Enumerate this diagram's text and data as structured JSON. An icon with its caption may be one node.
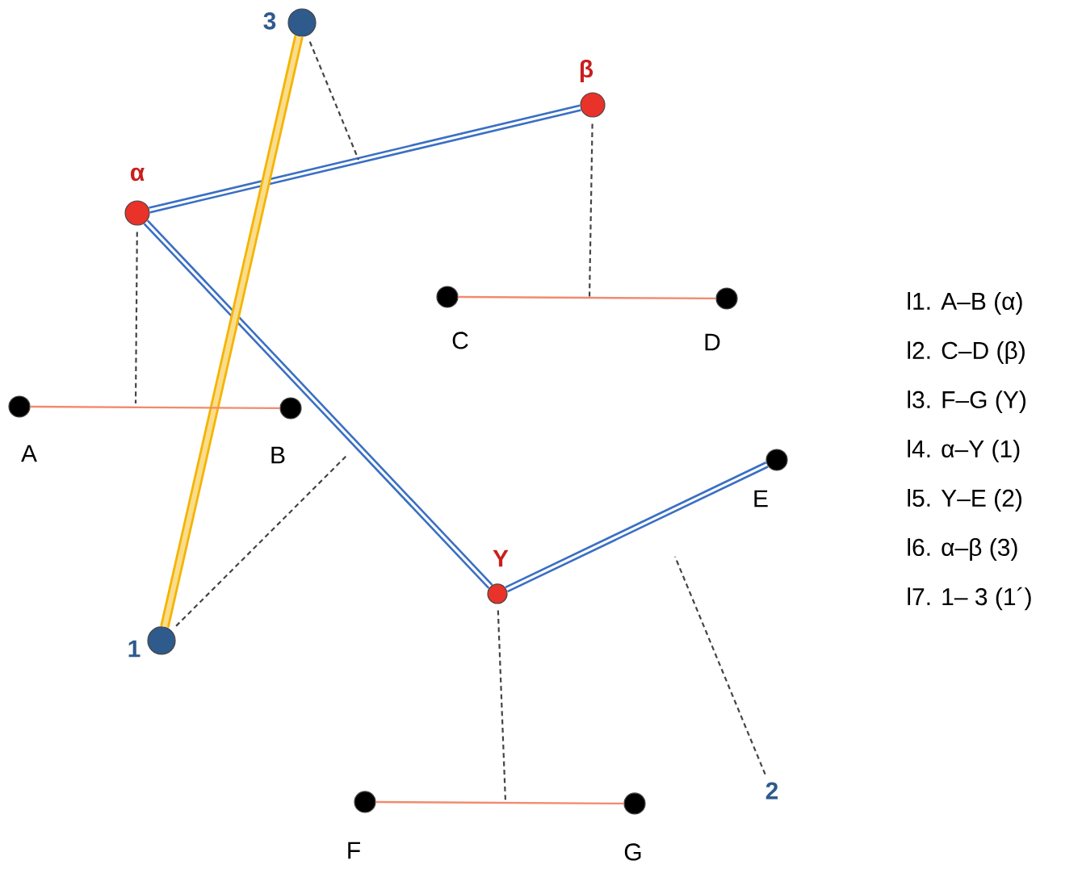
{
  "diagram": {
    "nodes": [
      {
        "text": [],
        "shape": "circle",
        "beside": [
          "α"
        ]
      },
      {
        "text": [],
        "shape": "circle",
        "beside": [
          "β"
        ]
      },
      {
        "text": [],
        "shape": "circle",
        "beside": [
          "Y"
        ]
      },
      {
        "text": [],
        "shape": "circle",
        "beside": [
          "3"
        ]
      },
      {
        "text": [],
        "shape": "circle",
        "beside": [
          "1"
        ]
      },
      {
        "text": [],
        "shape": "circle",
        "beside": [
          "A"
        ]
      },
      {
        "text": [],
        "shape": "circle",
        "beside": [
          "B"
        ]
      },
      {
        "text": [],
        "shape": "circle",
        "beside": [
          "C"
        ]
      },
      {
        "text": [],
        "shape": "circle",
        "beside": [
          "D"
        ]
      },
      {
        "text": [],
        "shape": "circle",
        "beside": [
          "E"
        ]
      },
      {
        "text": [],
        "shape": "circle",
        "beside": [
          "F"
        ]
      },
      {
        "text": [],
        "shape": "circle",
        "beside": [
          "G"
        ]
      },
      {
        "text": [
          "2"
        ]
      }
    ],
    "edges": [
      {
        "from": 0,
        "to": 1,
        "arrow": "none",
        "style": "thick",
        "color": "#3a6fc4"
      },
      {
        "from": 0,
        "to": 2,
        "arrow": "none",
        "style": "thick",
        "color": "#3a6fc4"
      },
      {
        "from": 2,
        "to": 9,
        "arrow": "none",
        "style": "thick",
        "color": "#3a6fc4"
      },
      {
        "from": 3,
        "to": 4,
        "arrow": "none",
        "style": "thick",
        "color": "#f5b400"
      },
      {
        "from": 5,
        "to": 6,
        "arrow": "none",
        "color": "#f28a6e"
      },
      {
        "from": 7,
        "to": 8,
        "arrow": "none",
        "color": "#f28a6e"
      },
      {
        "from": 10,
        "to": 11,
        "arrow": "none",
        "color": "#f28a6e"
      },
      {
        "from": 0,
        "to": null,
        "arrow": "none",
        "style": "dashed"
      },
      {
        "from": 1,
        "to": null,
        "arrow": "none",
        "style": "dashed"
      },
      {
        "from": 2,
        "to": null,
        "arrow": "none",
        "style": "dashed"
      },
      {
        "from": 3,
        "to": null,
        "arrow": "none",
        "style": "dashed"
      },
      {
        "from": 4,
        "to": null,
        "arrow": "none",
        "style": "dashed"
      },
      {
        "from": 12,
        "to": null,
        "arrow": "none",
        "style": "dashed"
      }
    ],
    "labels": [
      "l1. A–B (α)",
      "l2. C–D (β)",
      "l3. F–G (Y)",
      "l4. α–Y (1)",
      "l5. Y–E (2)",
      "l6. α–β (3)",
      "l7. 1– 3 (1´)"
    ]
  }
}
